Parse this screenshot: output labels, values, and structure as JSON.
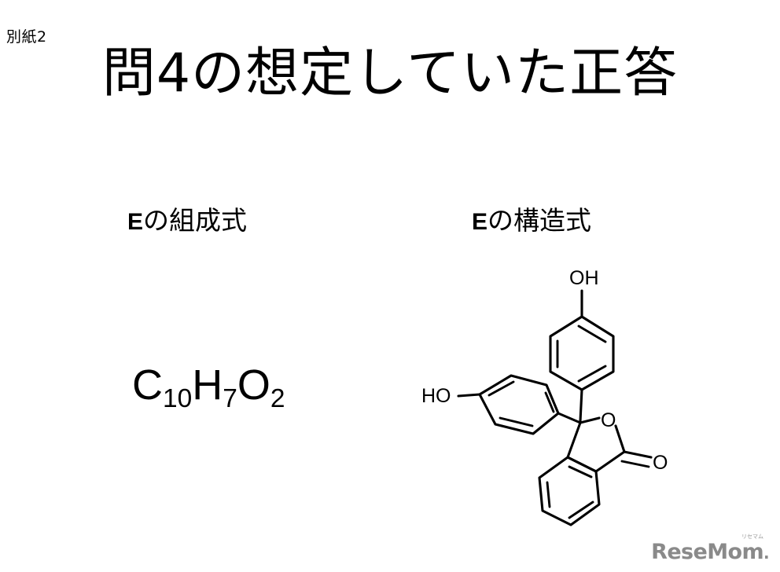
{
  "slide": {
    "corner_label": "別紙2",
    "title": "問4の想定していた正答",
    "background_color": "#ffffff",
    "text_color": "#000000"
  },
  "columns": {
    "left": {
      "heading_lead": "E",
      "heading_rest": "の組成式",
      "formula": {
        "full_text": "C10H7O2",
        "parts": [
          {
            "element": "C",
            "count": "10"
          },
          {
            "element": "H",
            "count": "7"
          },
          {
            "element": "O",
            "count": "2"
          }
        ]
      }
    },
    "right": {
      "heading_lead": "E",
      "heading_rest": "の構造式",
      "structure": {
        "name": "phenolphthalein",
        "labels": {
          "top_hydroxyl": "OH",
          "left_hydroxyl": "HO",
          "ring_oxygen": "O",
          "carbonyl_oxygen": "O"
        }
      }
    }
  },
  "watermark": {
    "text": "ReseMom",
    "dot": ".",
    "kana": "リセマム",
    "color": "#8a8a8a"
  }
}
